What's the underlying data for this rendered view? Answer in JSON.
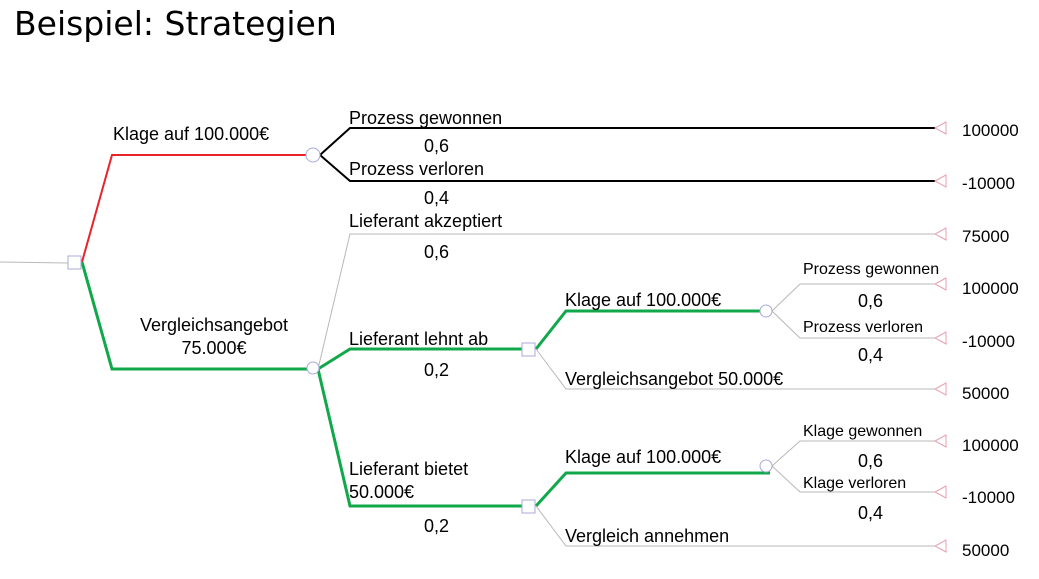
{
  "title": "Beispiel: Strategien",
  "colors": {
    "chosen": "#10a84a",
    "rejected": "#e8232a",
    "neutral_line": "#b8b8b8",
    "chance_branch": "#000000",
    "node_stroke": "#a8a8d8",
    "terminal_stroke": "#e8a0b0"
  },
  "labels": {
    "klage_top": "Klage auf 100.000€",
    "prozess_gewonnen_top": "Prozess gewonnen",
    "p_gewonnen_top": "0,6",
    "prozess_verloren_top": "Prozess verloren",
    "p_verloren_top": "0,4",
    "vergleich_line1": "Vergleichsangebot",
    "vergleich_line2": "75.000€",
    "lief_akzeptiert": "Lieferant akzeptiert",
    "p_akzeptiert": "0,6",
    "lief_lehnt": "Lieferant lehnt ab",
    "p_lehnt": "0,2",
    "lief_bietet_line1": "Lieferant bietet",
    "lief_bietet_line2": "50.000€",
    "p_bietet": "0,2",
    "klage_mid": "Klage auf 100.000€",
    "prozess_gewonnen_mid": "Prozess gewonnen",
    "p_gewonnen_mid": "0,6",
    "prozess_verloren_mid": "Prozess verloren",
    "p_verloren_mid": "0,4",
    "vergleich_50": "Vergleichsangebot 50.000€",
    "klage_bot": "Klage auf 100.000€",
    "klage_gewonnen": "Klage gewonnen",
    "p_klage_gewonnen": "0,6",
    "klage_verloren": "Klage verloren",
    "p_klage_verloren": "0,4",
    "vergleich_annehmen": "Vergleich annehmen"
  },
  "payoffs": [
    "100000",
    "-10000",
    "75000",
    "100000",
    "-10000",
    "50000",
    "100000",
    "-10000",
    "50000"
  ]
}
